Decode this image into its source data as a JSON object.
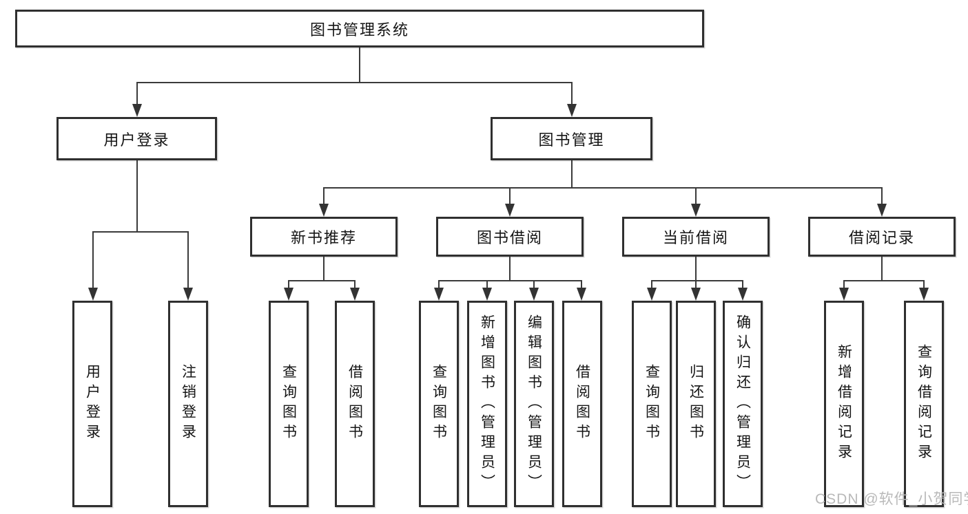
{
  "tree": {
    "type": "hierarchy-diagram",
    "root": "图书管理系统",
    "level2": [
      {
        "label": "用户登录",
        "leaves": [
          "用户登录",
          "注销登录"
        ]
      },
      {
        "label": "图书管理",
        "groups": [
          {
            "label": "新书推荐",
            "leaves": [
              "查询图书",
              "借阅图书"
            ]
          },
          {
            "label": "图书借阅",
            "leaves": [
              "查询图书",
              "新增图书（管理员）",
              "编辑图书（管理员）",
              "借阅图书"
            ]
          },
          {
            "label": "当前借阅",
            "leaves": [
              "查询图书",
              "归还图书",
              "确认归还（管理员）"
            ]
          },
          {
            "label": "借阅记录",
            "leaves": [
              "新增借阅记录",
              "查询借阅记录"
            ]
          }
        ]
      }
    ]
  },
  "colors": {
    "line": "#3a3a3a",
    "border": "#2f2f2f",
    "text": "#151515",
    "watermark": "#b9b9b9"
  },
  "watermark": "CSDN @软件_小贺同学"
}
